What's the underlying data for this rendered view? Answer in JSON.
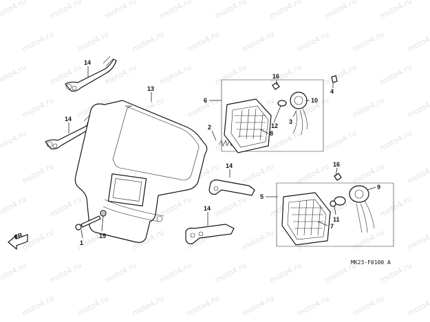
{
  "watermark": "moto4.ru",
  "diagram_code": "MK23-F0100 A",
  "front_marker": "FR.",
  "labels": {
    "p1": "1",
    "p2": "2",
    "p3": "3",
    "p4": "4",
    "p5": "5",
    "p6": "6",
    "p7": "7",
    "p8": "8",
    "p9": "9",
    "p10": "10",
    "p11": "11",
    "p12": "12",
    "p13": "13",
    "p14a": "14",
    "p14b": "14",
    "p14c": "14",
    "p14d": "14",
    "p15": "15",
    "p16a": "16",
    "p16b": "16"
  }
}
